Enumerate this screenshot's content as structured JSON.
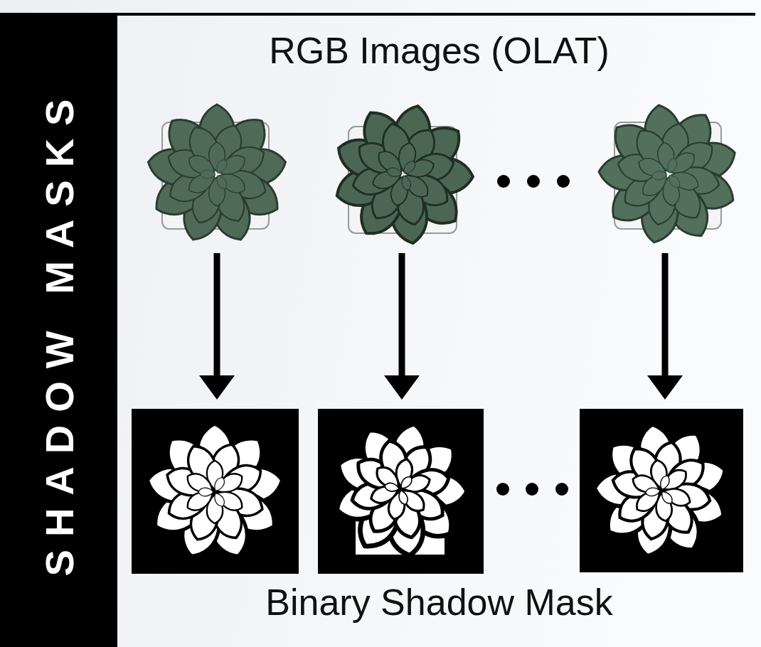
{
  "diagram": {
    "nodes": [
      {
        "text": [
          "SHADOW MASKS"
        ]
      }
    ],
    "labels": [
      "RGB Images (OLAT)",
      "Binary Shadow Mask"
    ]
  }
}
